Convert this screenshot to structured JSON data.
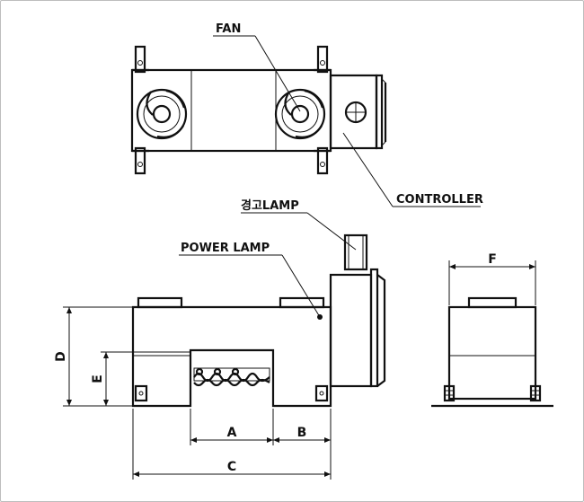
{
  "callouts": {
    "fan": "FAN",
    "controller": "CONTROLLER",
    "warning_lamp": "경고LAMP",
    "power_lamp": "POWER LAMP"
  },
  "dimensions": {
    "A": "A",
    "B": "B",
    "C": "C",
    "D": "D",
    "E": "E",
    "F": "F"
  },
  "colors": {
    "line": "#111111",
    "background": "#ffffff",
    "border": "#bdbdbd"
  }
}
